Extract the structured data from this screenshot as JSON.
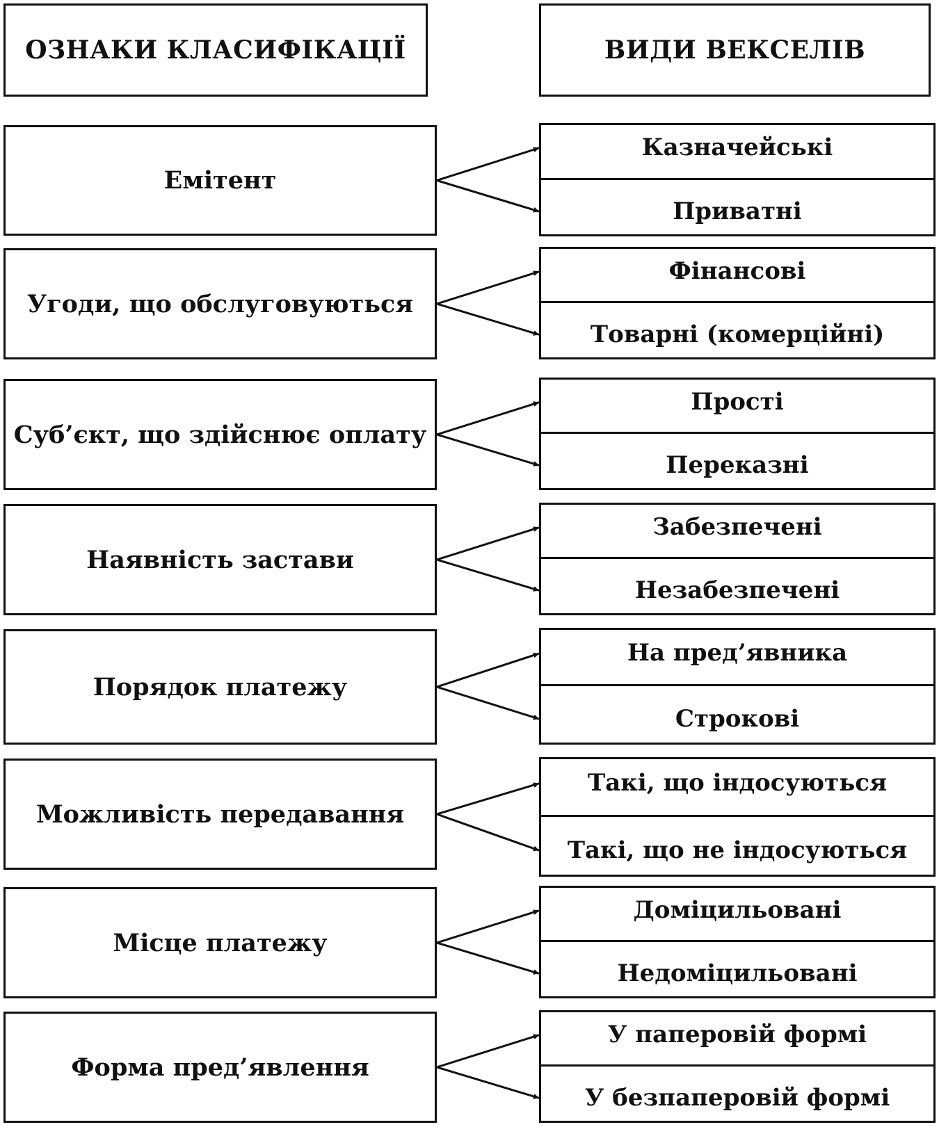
{
  "headers": {
    "criteria": "ОЗНАКИ КЛАСИФІКАЦІЇ",
    "types": "ВИДИ ВЕКСЕЛІВ"
  },
  "rows": [
    {
      "criterion": "Емітент",
      "types": [
        "Казначейські",
        "Приватні"
      ]
    },
    {
      "criterion": "Угоди, що обслуговуються",
      "types": [
        "Фінансові",
        "Товарні (комерційні)"
      ]
    },
    {
      "criterion": "Суб’єкт, що здійснює оплату",
      "types": [
        "Прості",
        "Переказні"
      ]
    },
    {
      "criterion": "Наявність застави",
      "types": [
        "Забезпечені",
        "Незабезпечені"
      ]
    },
    {
      "criterion": "Порядок платежу",
      "types": [
        "На пред’явника",
        "Строкові"
      ]
    },
    {
      "criterion": "Можливість передавання",
      "types": [
        "Такі, що індосуються",
        "Такі, що не індосуються"
      ]
    },
    {
      "criterion": "Місце платежу",
      "types": [
        "Доміцильовані",
        "Недоміцильовані"
      ]
    },
    {
      "criterion": "Форма пред’явлення",
      "types": [
        "У паперовій формі",
        "У безпаперовій формі"
      ]
    }
  ]
}
